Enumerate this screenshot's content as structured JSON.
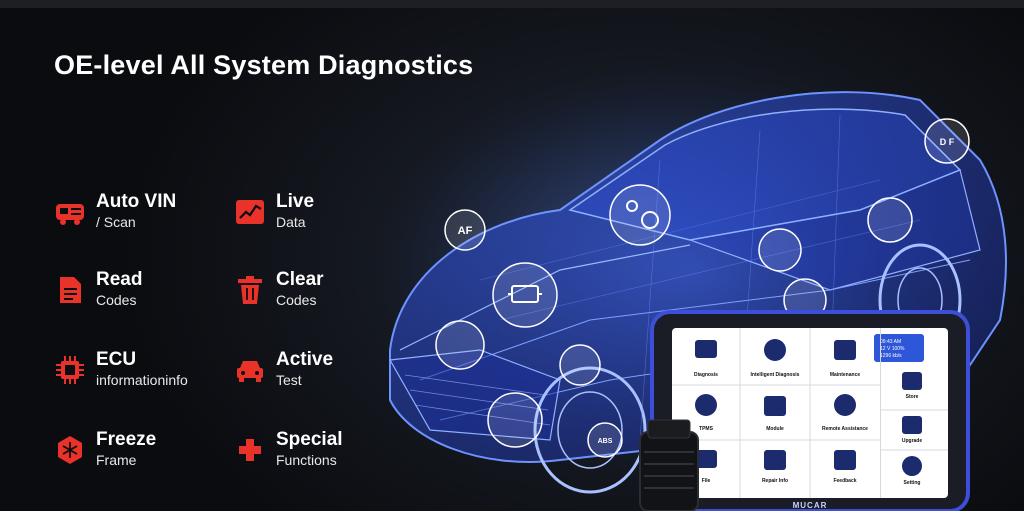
{
  "headline": "OE-level All System Diagnostics",
  "accent_color": "#e8322a",
  "features": [
    {
      "title": "Auto VIN",
      "subtitle": "/ Scan",
      "icon": "car-vin-icon"
    },
    {
      "title": "Live",
      "subtitle": "Data",
      "icon": "live-data-chart-icon"
    },
    {
      "title": "Read",
      "subtitle": "Codes",
      "icon": "document-icon"
    },
    {
      "title": "Clear",
      "subtitle": "Codes",
      "icon": "trash-icon"
    },
    {
      "title": "ECU",
      "subtitle": "informationinfo",
      "icon": "chip-icon"
    },
    {
      "title": "Active",
      "subtitle": "Test",
      "icon": "car-front-icon"
    },
    {
      "title": "Freeze",
      "subtitle": "Frame",
      "icon": "snowflake-icon"
    },
    {
      "title": "Special",
      "subtitle": "Functions",
      "icon": "plus-icon"
    }
  ],
  "car_badges": [
    "AF",
    "D F",
    "ABS"
  ],
  "device": {
    "brand": "MUCAR",
    "status_time": "09:43 AM",
    "status_voltage": "12 V",
    "status_battery": "100%",
    "status_speed": "1296 kb/s",
    "apps": [
      "Diagnosis",
      "Intelligent Diagnosis",
      "Maintenance",
      "TPMS",
      "Module",
      "Remote Assistance",
      "File",
      "Repair Info",
      "Feedback"
    ],
    "side_apps": [
      "Store",
      "Upgrade",
      "Setting"
    ]
  }
}
